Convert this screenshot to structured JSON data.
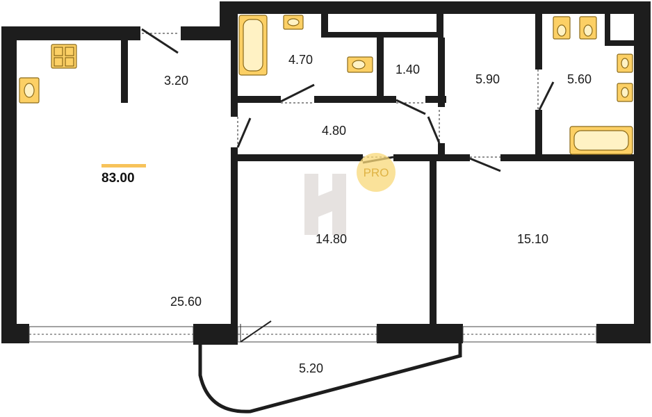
{
  "plan": {
    "total_area": "83.00",
    "rooms": {
      "living": "25.60",
      "corridor_small": "3.20",
      "bathroom_1": "4.70",
      "toilet": "1.40",
      "room_590": "5.90",
      "bathroom_2": "5.60",
      "hall": "4.80",
      "bedroom_1": "14.80",
      "bedroom_2": "15.10",
      "balcony": "5.20"
    },
    "watermark_text": "PRO"
  },
  "colors": {
    "wall": "#1d1d1d",
    "fixture_fill": "#fcd065",
    "fixture_stroke": "#8a6a1a",
    "total_underline": "#f7c35a",
    "watermark_circle": "#f8d878"
  },
  "icons": [
    "bathtub-icon",
    "sink-icon",
    "toilet-icon",
    "stove-icon",
    "door-icon",
    "window-icon"
  ]
}
